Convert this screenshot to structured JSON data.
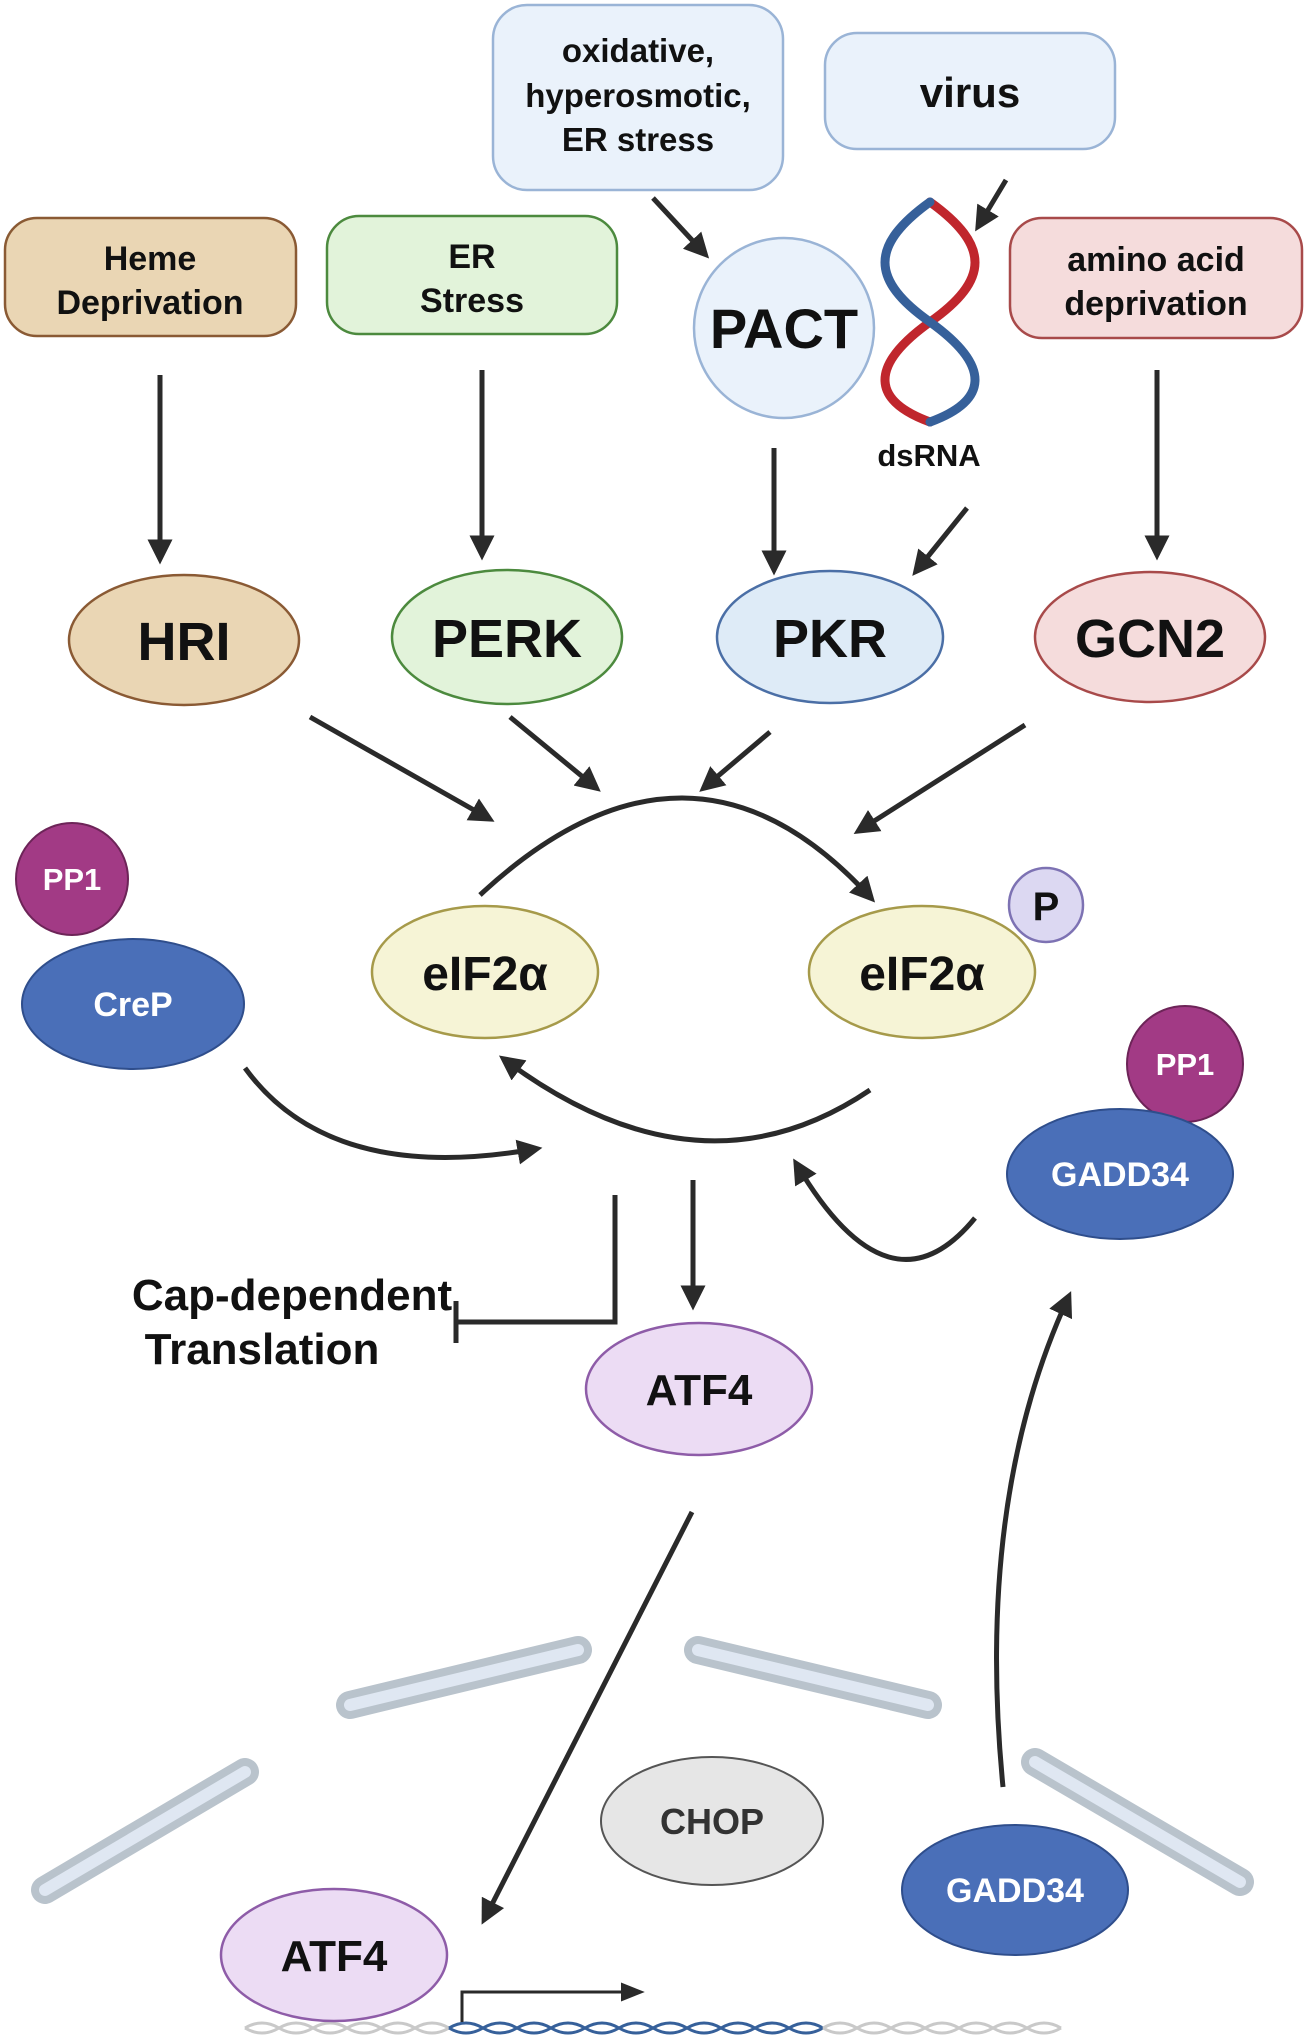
{
  "stimuli": {
    "stress_lines": [
      "oxidative,",
      "hyperosmotic,",
      "ER stress"
    ],
    "virus": "virus",
    "heme_lines": [
      "Heme",
      "Deprivation"
    ],
    "er_stress_lines": [
      "ER",
      "Stress"
    ],
    "amino_acid_lines": [
      "amino acid",
      "deprivation"
    ]
  },
  "mediators": {
    "pact": "PACT",
    "dsrna": "dsRNA"
  },
  "kinases": {
    "hri": "HRI",
    "perk": "PERK",
    "pkr": "PKR",
    "gcn2": "GCN2"
  },
  "core": {
    "eif2a": "eIF2α",
    "eif2a_p": "eIF2α",
    "phospho": "P"
  },
  "phosphatases": {
    "pp1_left": "PP1",
    "crep": "CreP",
    "pp1_right": "PP1",
    "gadd34_top": "GADD34"
  },
  "outputs": {
    "cap_lines": [
      "Cap-dependent",
      "Translation"
    ],
    "atf4_cyto": "ATF4"
  },
  "nucleus": {
    "chop": "CHOP",
    "gadd34": "GADD34",
    "atf4": "ATF4"
  },
  "colors": {
    "arrow": "#2a2a2a",
    "heme_fill": "#ead6b4",
    "heme_stroke": "#8a5a34",
    "er_fill": "#e2f3da",
    "er_stroke": "#4c8a3e",
    "pkr_fill": "#deebf7",
    "pkr_stroke": "#4b6fa6",
    "gcn2_fill": "#f5dcdc",
    "gcn2_stroke": "#a84a4a",
    "stress_fill": "#eaf2fb",
    "stress_stroke": "#9ab4d6",
    "eif_fill": "#f6f4d6",
    "eif_stroke": "#a69a4a",
    "p_fill": "#dcd8f2",
    "p_stroke": "#7d72b3",
    "pp1_fill": "#a23a85",
    "blue_oval": "#4a6fb8",
    "atf4_fill": "#ecdcf4",
    "atf4_stroke": "#8e5ca8",
    "chop_fill": "#e6e6e6",
    "chop_stroke": "#555555",
    "dna_red": "#c0262d",
    "dna_blue": "#36609a",
    "membrane_fill": "#dfe7f2",
    "membrane_stroke": "#b9c3cc"
  }
}
